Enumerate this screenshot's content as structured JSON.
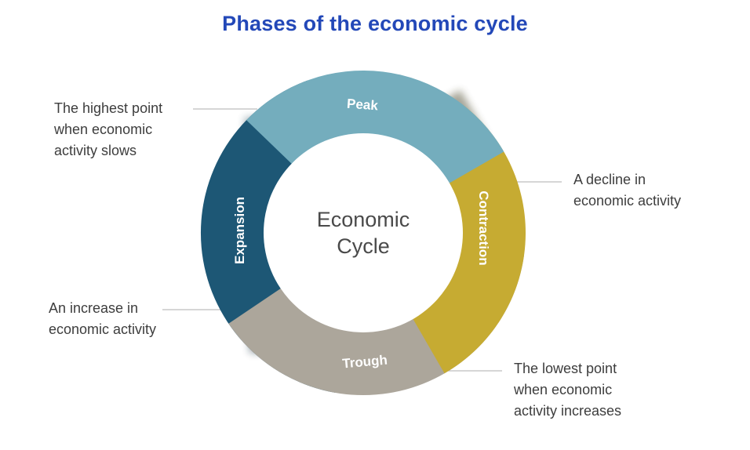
{
  "title": "Phases of the economic cycle",
  "center": {
    "line1": "Economic",
    "line2": "Cycle"
  },
  "phases": {
    "peak": {
      "label": "Peak",
      "color": "#74adbd",
      "description": [
        "The highest point",
        "when economic",
        "activity slows"
      ]
    },
    "contraction": {
      "label": "Contraction",
      "color": "#c6ab32",
      "description": [
        "A decline in",
        "economic activity"
      ]
    },
    "trough": {
      "label": "Trough",
      "color": "#aca69b",
      "description": [
        "The lowest point",
        "when economic",
        "activity increases"
      ]
    },
    "expansion": {
      "label": "Expansion",
      "color": "#1d5775",
      "description": [
        "An increase in",
        "economic activity"
      ]
    }
  }
}
